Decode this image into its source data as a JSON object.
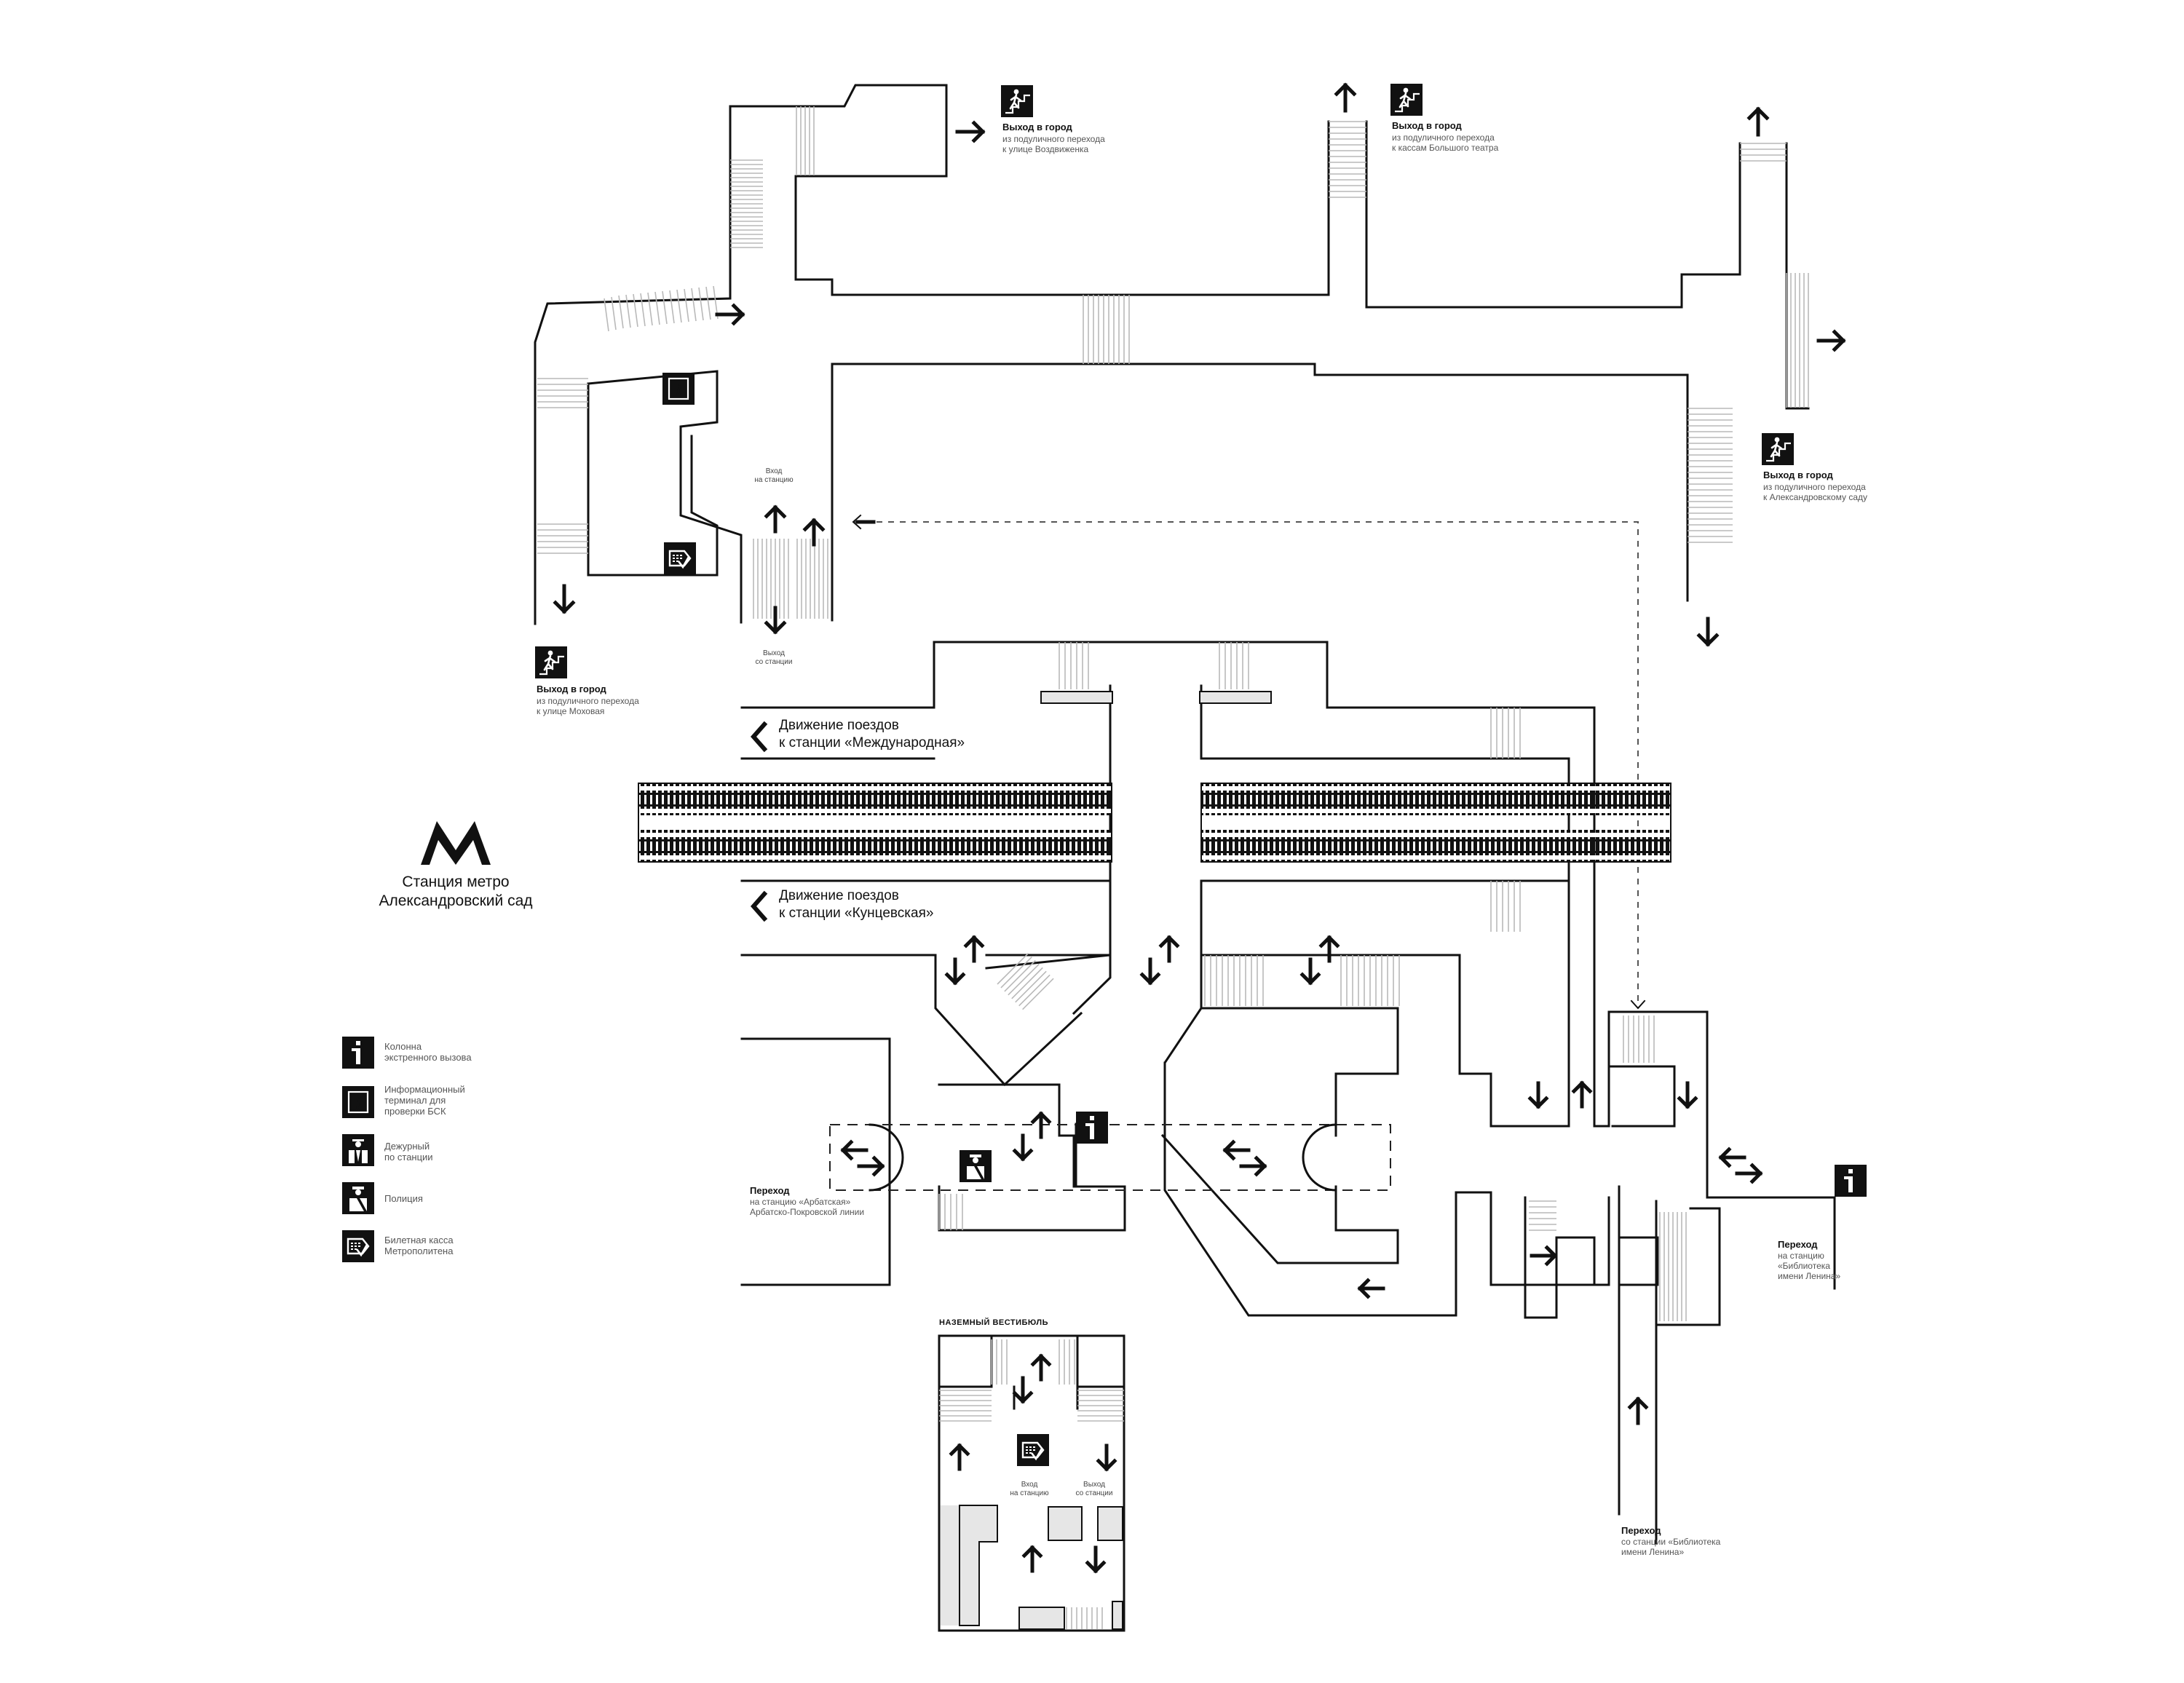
{
  "station": {
    "logo_letter": "М",
    "name_line1": "Станция метро",
    "name_line2": "Александровский сад"
  },
  "exits": [
    {
      "title": "Выход в город",
      "line1": "из подуличного перехода",
      "line2": "к улице Воздвиженка"
    },
    {
      "title": "Выход в город",
      "line1": "из подуличного перехода",
      "line2": "к кассам Большого театра"
    },
    {
      "title": "Выход в город",
      "line1": "из подуличного перехода",
      "line2": "к Александровскому саду"
    },
    {
      "title": "Выход в город",
      "line1": "из подуличного перехода",
      "line2": "к улице Моховая"
    }
  ],
  "entrance": {
    "line1": "Вход",
    "line2": "на станцию"
  },
  "exit_station": {
    "line1": "Выход",
    "line2": "со станции"
  },
  "directions": [
    {
      "line1": "Движение поездов",
      "line2": "к станции «Международная»"
    },
    {
      "line1": "Движение поездов",
      "line2": "к станции «Кунцевская»"
    }
  ],
  "transfers": {
    "arbatskaya": {
      "title": "Переход",
      "line1": "на станцию «Арбатская»",
      "line2": "Арбатско-Покровской линии"
    },
    "lenina_to": {
      "title": "Переход",
      "line1": "на станцию",
      "line2": "«Библиотека",
      "line3": "имени Ленина»"
    },
    "lenina_from": {
      "title": "Переход",
      "line1": "со станции «Библиотека",
      "line2": "имени Ленина»"
    }
  },
  "legend": [
    {
      "icon": "emergency-call-icon",
      "line1": "Колонна",
      "line2": "экстренного вызова",
      "line3": ""
    },
    {
      "icon": "info-terminal-icon",
      "line1": "Информационный",
      "line2": "терминал для",
      "line3": "проверки БСК"
    },
    {
      "icon": "station-attendant-icon",
      "line1": "Дежурный",
      "line2": "по станции",
      "line3": ""
    },
    {
      "icon": "police-icon",
      "line1": "Полиция",
      "line2": "",
      "line3": ""
    },
    {
      "icon": "ticket-office-icon",
      "line1": "Билетная касса",
      "line2": "Метрополитена",
      "line3": ""
    }
  ],
  "vestibule": {
    "title": "НАЗЕМНЫЙ ВЕСТИБЮЛЬ",
    "entrance_line1": "Вход",
    "entrance_line2": "на станцию",
    "exit_line1": "Выход",
    "exit_line2": "со станции"
  },
  "colors": {
    "ink": "#111111",
    "stairs": "#b9b9b9",
    "fill_grey": "#e6e6e6"
  }
}
